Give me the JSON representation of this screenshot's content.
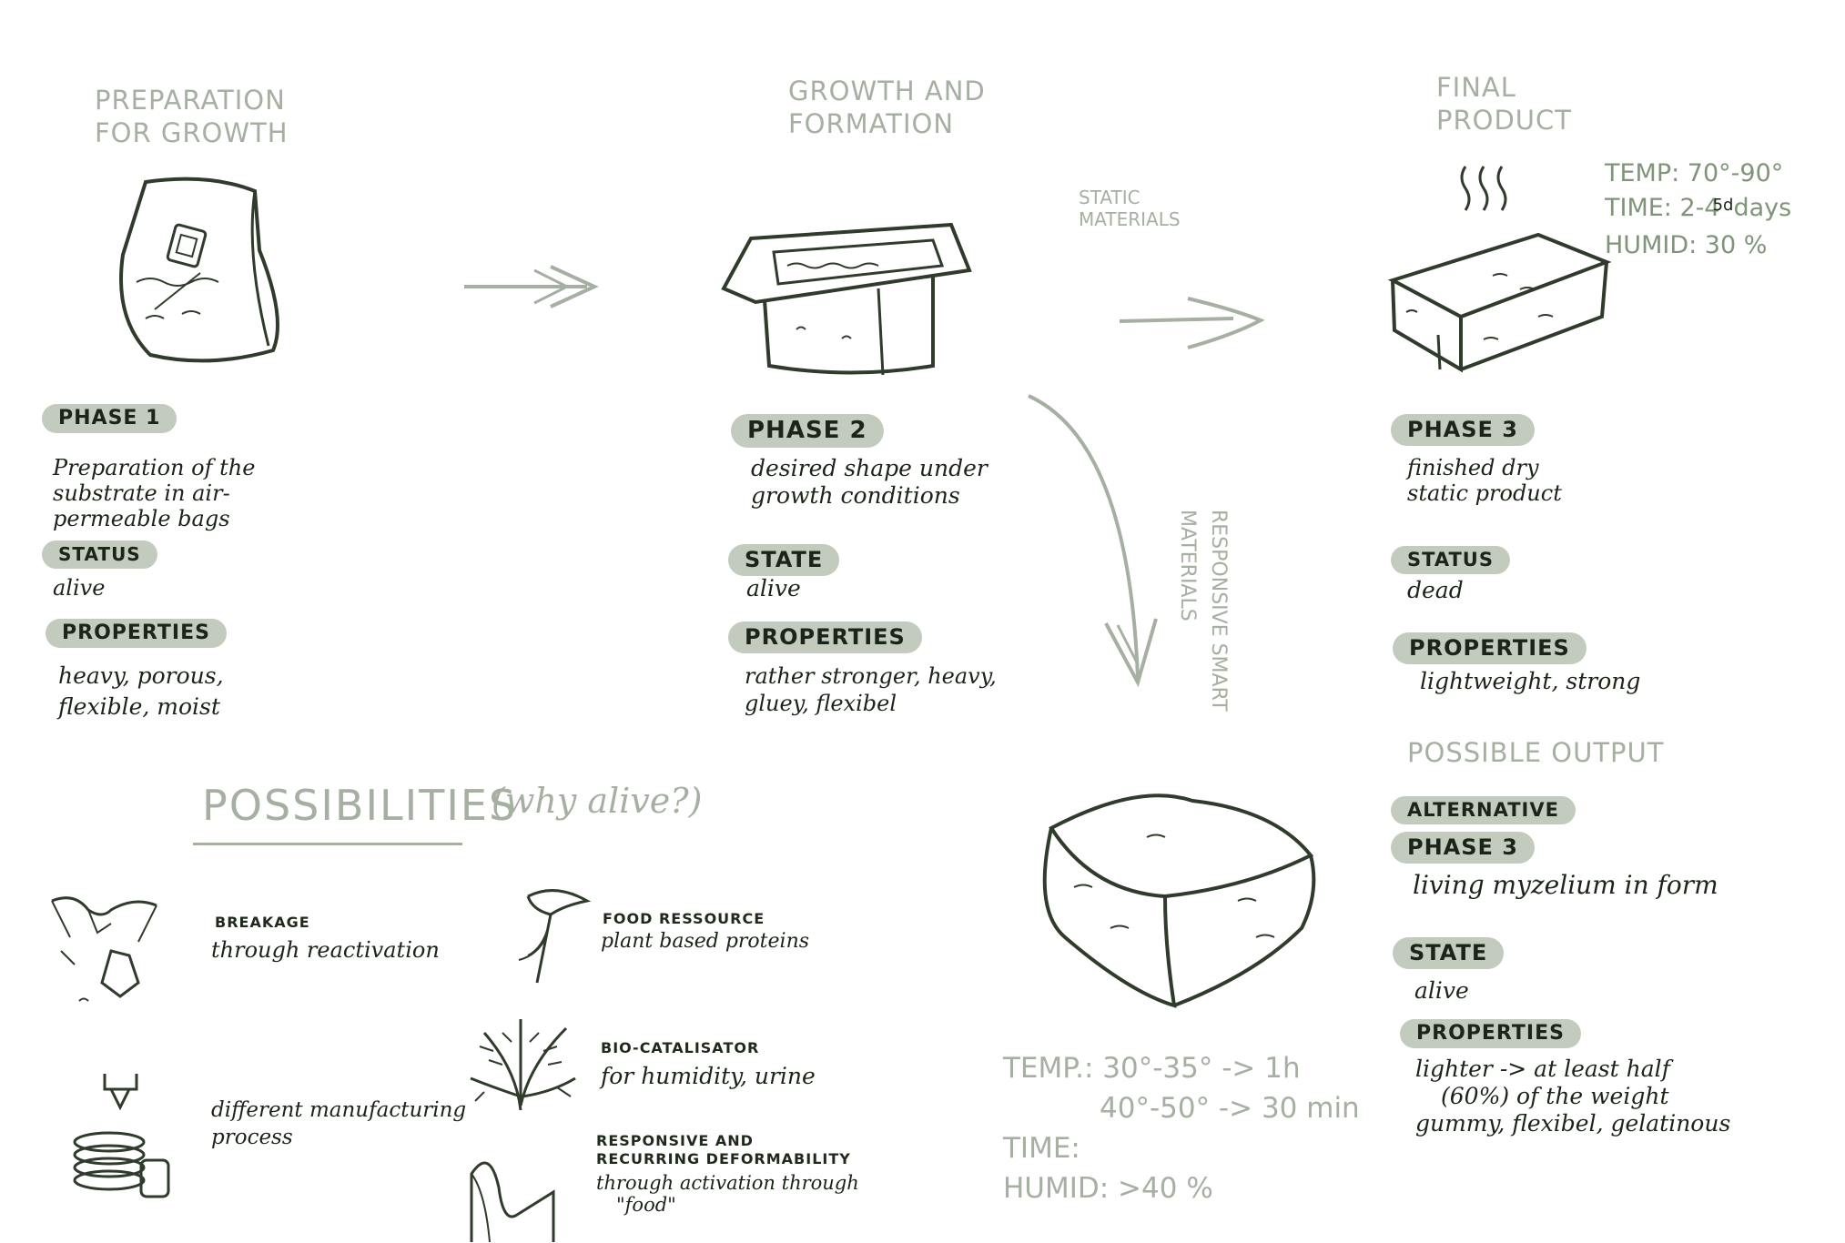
{
  "headers": {
    "preparation": [
      "PREPARATION",
      "FOR GROWTH"
    ],
    "growth": [
      "GROWTH AND",
      "FORMATION"
    ],
    "final": [
      "FINAL",
      "PRODUCT"
    ]
  },
  "final_conditions": {
    "temp": "TEMP: 70°-90°",
    "time_prefix": "TIME: 2-4",
    "time_overwrite": "5d",
    "time_suffix": "days",
    "humid": "HUMID: 30 %"
  },
  "branch_labels": {
    "static": [
      "STATIC",
      "MATERIALS"
    ],
    "responsive": [
      "RESPONSIVE SMART",
      "MATERIALS"
    ]
  },
  "phase1": {
    "badge": "PHASE 1",
    "description": [
      "Preparation of the",
      "substrate in air-",
      "permeable bags"
    ],
    "status_label": "STATUS",
    "status": "alive",
    "properties_label": "PROPERTIES",
    "properties": [
      "heavy, porous,",
      "flexible, moist"
    ]
  },
  "phase2": {
    "badge": "PHASE 2",
    "description": [
      "desired shape under",
      "growth conditions"
    ],
    "state_label": "STATE",
    "state": "alive",
    "properties_label": "PROPERTIES",
    "properties": [
      "rather stronger, heavy,",
      "gluey, flexibel"
    ]
  },
  "phase3": {
    "badge": "PHASE 3",
    "description": [
      "finished dry",
      "static product"
    ],
    "status_label": "STATUS",
    "status": "dead",
    "properties_label": "PROPERTIES",
    "properties": [
      "lightweight, strong"
    ]
  },
  "possible_output": {
    "title": "POSSIBLE OUTPUT",
    "alt_label": "ALTERNATIVE",
    "badge": "PHASE 3",
    "description": "living myzelium in form",
    "state_label": "STATE",
    "state": "alive",
    "properties_label": "PROPERTIES",
    "properties": [
      "lighter -> at least half",
      "(60%) of the weight",
      "gummy, flexibel, gelatinous"
    ]
  },
  "responsive_conditions": {
    "temp1": "TEMP.: 30°-35° -> 1h",
    "temp2": "40°-50° -> 30 min",
    "time": "TIME:",
    "humid": "HUMID: >40 %"
  },
  "possibilities": {
    "title": "POSSIBILITIES",
    "subtitle": "(why alive?)",
    "items": [
      {
        "icon": "breakage-icon",
        "title": "BREAKAGE",
        "text": "through reactivation"
      },
      {
        "icon": "3d-printer-icon",
        "title": "",
        "text": [
          "different manufacturing",
          "process"
        ]
      },
      {
        "icon": "mushroom-icon",
        "title": "FOOD RESSOURCE",
        "text": "plant based proteins"
      },
      {
        "icon": "coral-icon",
        "title": "BIO-CATALISATOR",
        "text": "for humidity, urine"
      },
      {
        "icon": "curved-sheet-icon",
        "title": [
          "RESPONSIVE AND",
          "RECURRING DEFORMABILITY"
        ],
        "text": [
          "through activation through",
          "\"food\""
        ]
      }
    ]
  },
  "colors": {
    "ink": "#2f3b2b",
    "pill": "#c3cbbf",
    "light": "#a6b0a2"
  }
}
